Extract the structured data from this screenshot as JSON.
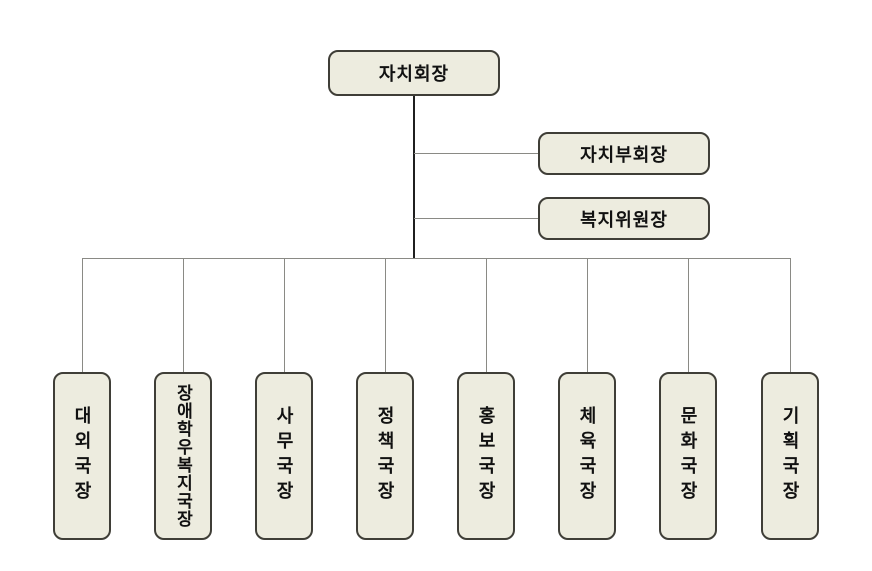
{
  "chart": {
    "type": "org-chart",
    "root": {
      "label": "자치회장"
    },
    "side_nodes": [
      {
        "label": "자치부회장"
      },
      {
        "label": "복지위원장"
      }
    ],
    "departments": [
      {
        "label": "대외국장"
      },
      {
        "label": "장애학우복지국장"
      },
      {
        "label": "사무국장"
      },
      {
        "label": "정책국장"
      },
      {
        "label": "홍보국장"
      },
      {
        "label": "체육국장"
      },
      {
        "label": "문화국장"
      },
      {
        "label": "기획국장"
      }
    ],
    "colors": {
      "box_fill": "#edecdf",
      "box_border": "#3f3e37",
      "connector_line": "#8a8a85",
      "main_line": "#1f1f1f",
      "background": "#ffffff",
      "text": "#111111"
    }
  }
}
